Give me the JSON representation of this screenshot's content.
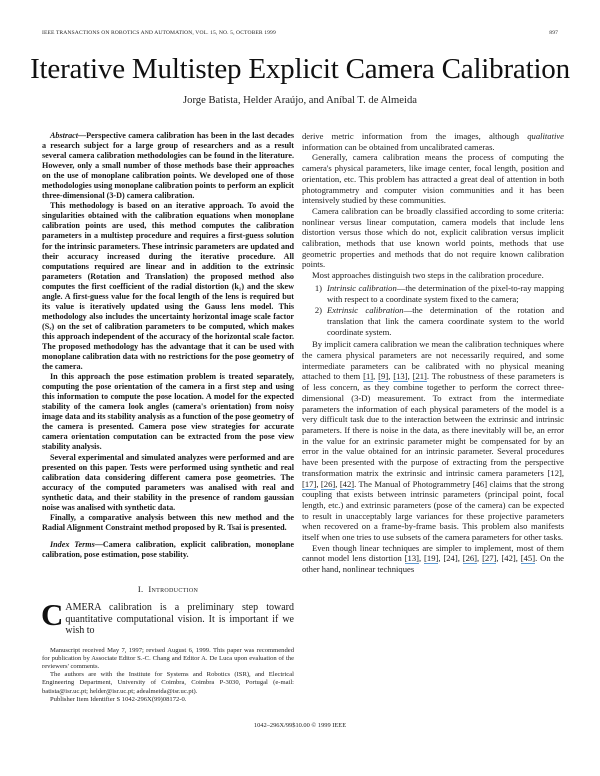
{
  "header": {
    "journal": "IEEE TRANSACTIONS ON ROBOTICS AND AUTOMATION, VOL. 15, NO. 5, OCTOBER 1999",
    "page_number": "897"
  },
  "title": "Iterative Multistep Explicit Camera Calibration",
  "authors": "Jorge Batista, Helder Araújo, and Aníbal T. de Almeida",
  "abstract": {
    "lead": "Abstract—",
    "paragraphs": [
      "Perspective camera calibration has been in the last decades a research subject for a large group of researchers and as a result several camera calibration methodologies can be found in the literature. However, only a small number of those methods base their approaches on the use of monoplane calibration points. We developed one of those methodologies using monoplane calibration points to perform an explicit three-dimensional (3-D) camera calibration.",
      "This methodology is based on an iterative approach. To avoid the singularities obtained with the calibration equations when monoplane calibration points are used, this method computes the calibration parameters in a multistep procedure and requires a first-guess solution for the intrinsic parameters. These intrinsic parameters are updated and their accuracy increased during the iterative procedure. All computations required are linear and in addition to the extrinsic parameters (Rotation and Translation) the proposed method also computes the first coefficient of the radial distortion (k₁) and the skew angle. A first-guess value for the focal length of the lens is required but its value is iteratively updated using the Gauss lens model. This methodology also includes the uncertainty horizontal image scale factor (Sₓ) on the set of calibration parameters to be computed, which makes this approach independent of the accuracy of the horizontal scale factor. The proposed methodology has the advantage that it can be used with monoplane calibration data with no restrictions for the pose geometry of the camera.",
      "In this approach the pose estimation problem is treated separately, computing the pose orientation of the camera in a first step and using this information to compute the pose location. A model for the expected stability of the camera look angles (camera's orientation) from noisy image data and its stability analysis as a function of the pose geometry of the camera is presented. Camera pose view strategies for accurate camera orientation computation can be extracted from the pose view stability analysis.",
      "Several experimental and simulated analyzes were performed and are presented on this paper. Tests were performed using synthetic and real calibration data considering different camera pose geometries. The accuracy of the computed parameters was analised with real and synthetic data, and their stability in the presence of random gaussian noise was analised with synthetic data.",
      "Finally, a comparative analysis between this new method and the Radial Alignment Constraint method proposed by R. Tsai is presented."
    ]
  },
  "index_terms": {
    "lead": "Index Terms",
    "text": "—Camera calibration, explicit calibration, monoplane calibration, pose estimation, pose stability."
  },
  "section": {
    "number": "I.",
    "title": "Introduction"
  },
  "intro": {
    "dropcap": "C",
    "text": "AMERA calibration is a preliminary step toward quantitative computational vision. It is important if we wish to"
  },
  "footnotes": [
    "Manuscript received May 7, 1997; revised August 6, 1999. This paper was recommended for publication by Associate Editor S.-C. Chang and Editor A. De Luca upon evaluation of the reviewers' comments.",
    "The authors are with the Institute for Systems and Robotics (ISR), and Electrical Engineering Department, University of Coimbra, Coimbra P-3030, Portugal (e-mail: batista@isr.uc.pt; helder@isr.uc.pt; adealmeida@isr.uc.pt).",
    "Publisher Item Identifier S 1042-296X(99)08172-0."
  ],
  "right": {
    "p1_a": "derive metric information from the images, although ",
    "p1_italic": "qualitative",
    "p1_b": " information can be obtained from uncalibrated cameras.",
    "p2": "Generally, camera calibration means the process of computing the camera's physical parameters, like image center, focal length, position and orientation, etc. This problem has attracted a great deal of attention in both photogrammetry and computer vision communities and it has been intensively studied by these communities.",
    "p3": "Camera calibration can be broadly classified according to some criteria: nonlinear versus linear computation, camera models that include lens distortion versus those which do not, explicit calibration versus implicit calibration, methods that use known world points, methods that use geometric properties and methods that do not require known calibration points.",
    "p4": "Most approaches distinguish two steps in the calibration procedure.",
    "list": [
      {
        "num": "1)",
        "term": "Intrinsic calibration",
        "text": "—the determination of the pixel-to-ray mapping with respect to a coordinate system fixed to the camera;"
      },
      {
        "num": "2)",
        "term": "Extrinsic calibration",
        "text": "—the determination of the rotation and translation that link the camera coordinate system to the world coordinate system."
      }
    ],
    "p5_a": "By implicit camera calibration we mean the calibration techniques where the camera physical parameters are not necessarily required, and some intermediate parameters can be calibrated with no physical meaning attached to them ",
    "p5_cites": [
      "[1]",
      "[9]",
      "[13]",
      "[21]"
    ],
    "p5_b": ". The robustness of these parameters is of less concern, as they combine together to perform the correct three-dimensional (3-D) measurement. To extract from the intermediate parameters the information of each physical parameters of the model is a very difficult task due to the interaction between the extrinsic and intrinsic parameters. If there is noise in the data, as there inevitably will be, an error in the value for an extrinsic parameter might be compensated for by an error in the value obtained for an intrinsic parameter. Several procedures have been presented with the purpose of extracting from the perspective transformation matrix the extrinsic and intrinsic camera parameters [12], ",
    "p5_cites2": [
      "[17]",
      "[26]",
      "[42]"
    ],
    "p5_c": ". The Manual of Photogrammetry [46] claims that the strong coupling that exists between intrinsic parameters (principal point, focal length, etc.) and extrinsic parameters (pose of the camera) can be expected to result in unacceptably large variances for these projective parameters when recovered on a frame-by-frame basis. This problem also manifests itself when one tries to use subsets of the camera parameters for other tasks.",
    "p6_a": "Even though linear techniques are simpler to implement, most of them cannot model lens distortion ",
    "p6_cites": [
      "[13]",
      "[19]"
    ],
    "p6_b": ", [24], ",
    "p6_cites2": [
      "[26]",
      "[27]"
    ],
    "p6_c": ", [42], ",
    "p6_cite3": "[45]",
    "p6_d": ". On the other hand, nonlinear techniques"
  },
  "copyright": "1042–296X/99$10.00 © 1999 IEEE",
  "colors": {
    "link_underline": "#5b9bd5",
    "text": "#1a1a1a"
  }
}
